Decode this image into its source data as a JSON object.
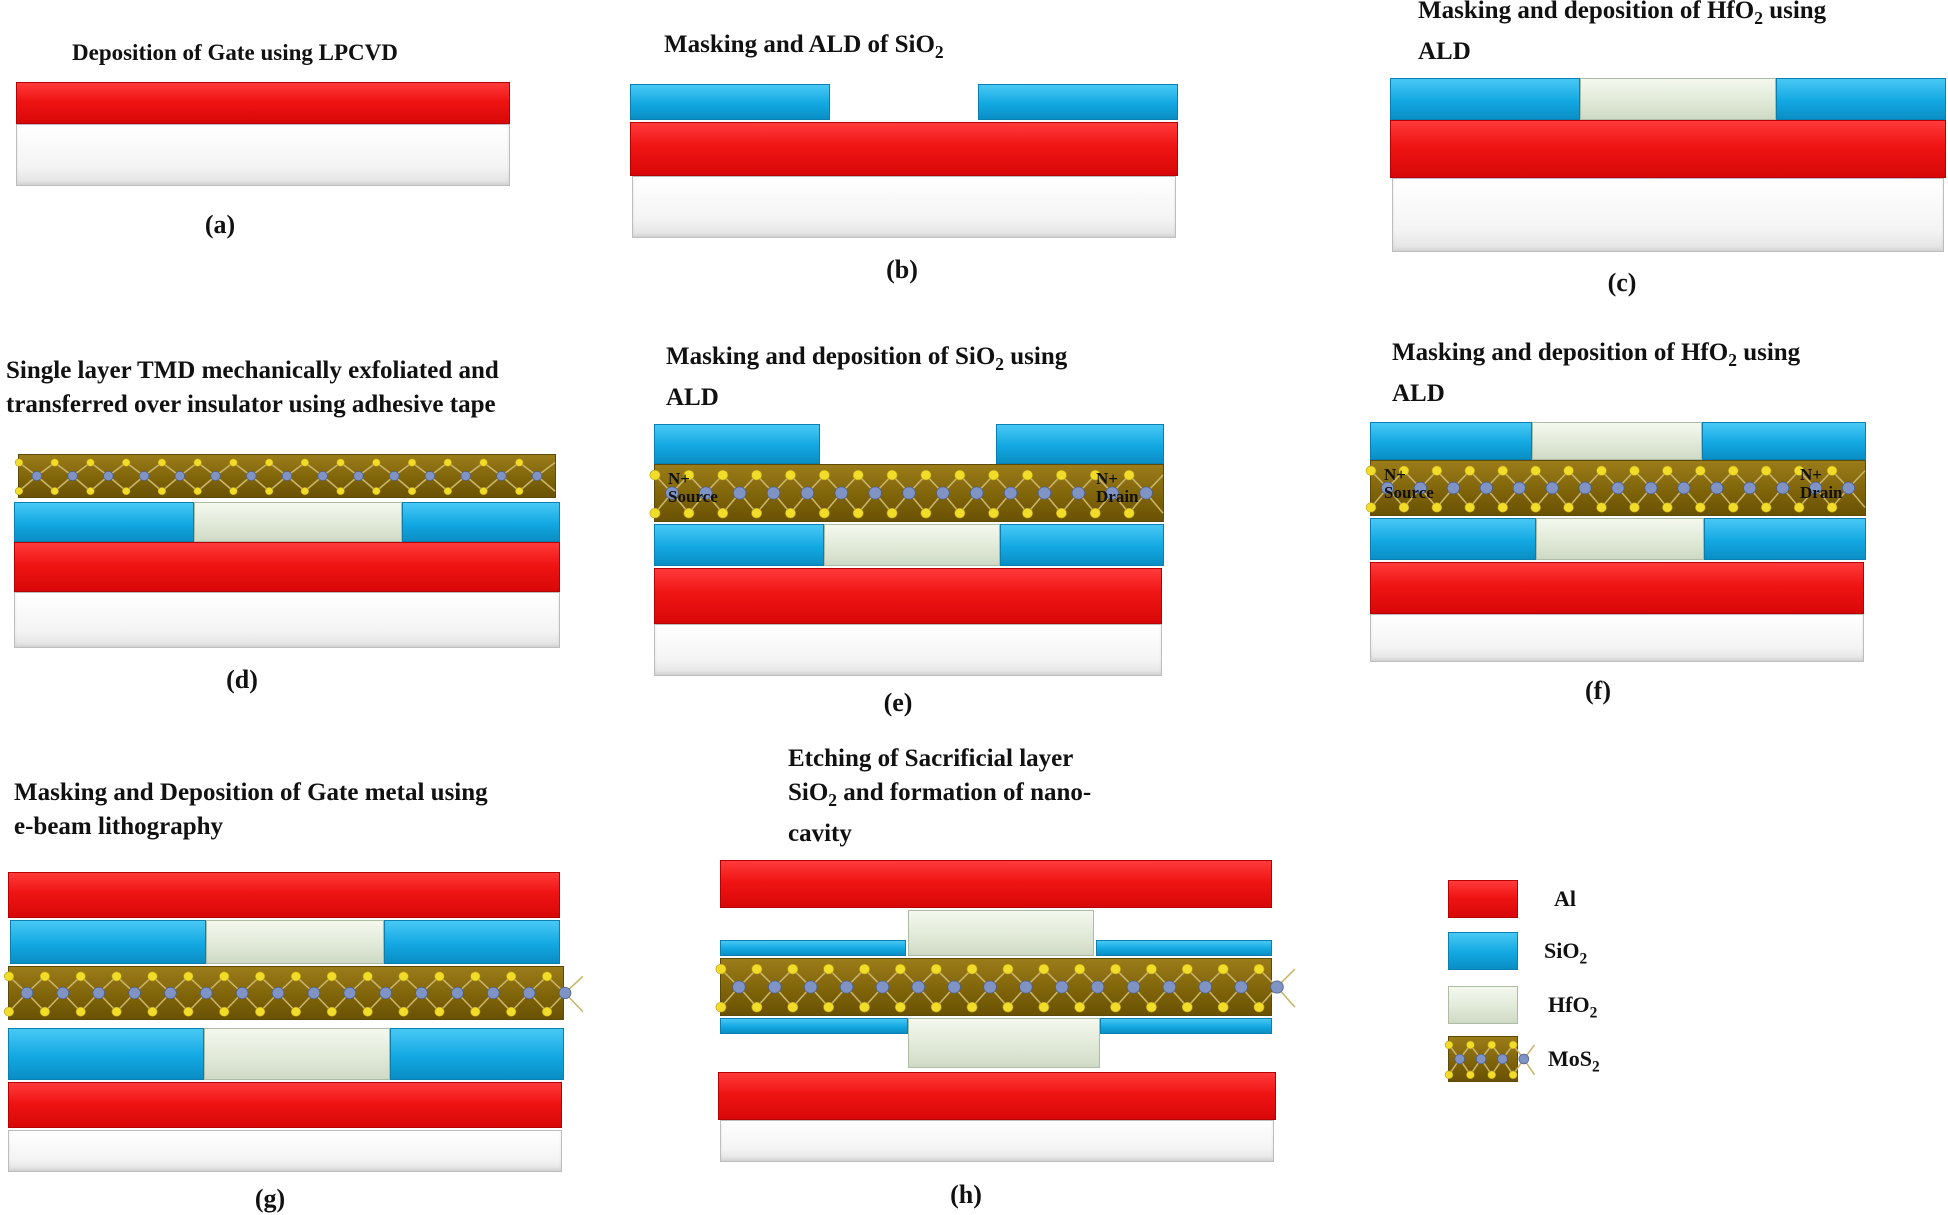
{
  "panels": {
    "a": {
      "title": "Deposition of Gate  using LPCVD",
      "caption": "(a)"
    },
    "b": {
      "title": "Masking and ALD of SiO2",
      "caption": "(b)"
    },
    "c": {
      "title": "Masking and deposition of HfO2 using\nALD",
      "caption": "(c)"
    },
    "d": {
      "title": "Single layer TMD mechanically exfoliated and\ntransferred over insulator using adhesive tape",
      "caption": "(d)"
    },
    "e": {
      "title": "Masking and deposition of SiO2  using\nALD",
      "caption": "(e)",
      "source_label": "N+\nSource",
      "drain_label": "N+\nDrain"
    },
    "f": {
      "title": "Masking and deposition of HfO2  using\nALD",
      "caption": "(f)",
      "source_label": "N+\nSource",
      "drain_label": "N+\nDrain"
    },
    "g": {
      "title": "Masking and Deposition of Gate metal using\ne-beam lithography",
      "caption": "(g)"
    },
    "h": {
      "title": "Etching of Sacrificial layer\nSiO2 and formation of nano-\ncavity",
      "caption": "(h)"
    }
  },
  "legend": [
    {
      "label": "Al",
      "color": "#f01414"
    },
    {
      "label": "SiO2",
      "color": "#12a8e2"
    },
    {
      "label": "HfO2",
      "color": "#dfe8d6"
    },
    {
      "label": "MoS2",
      "color": "#7d6208"
    }
  ],
  "colors": {
    "al": "#f01414",
    "sio2": "#12a8e2",
    "hfo2": "#dfe8d6",
    "substrate": "#f4f4f4",
    "mos2": "#7d6208",
    "mo_atom": "#7f93c4",
    "s_atom": "#f2dc2a"
  }
}
